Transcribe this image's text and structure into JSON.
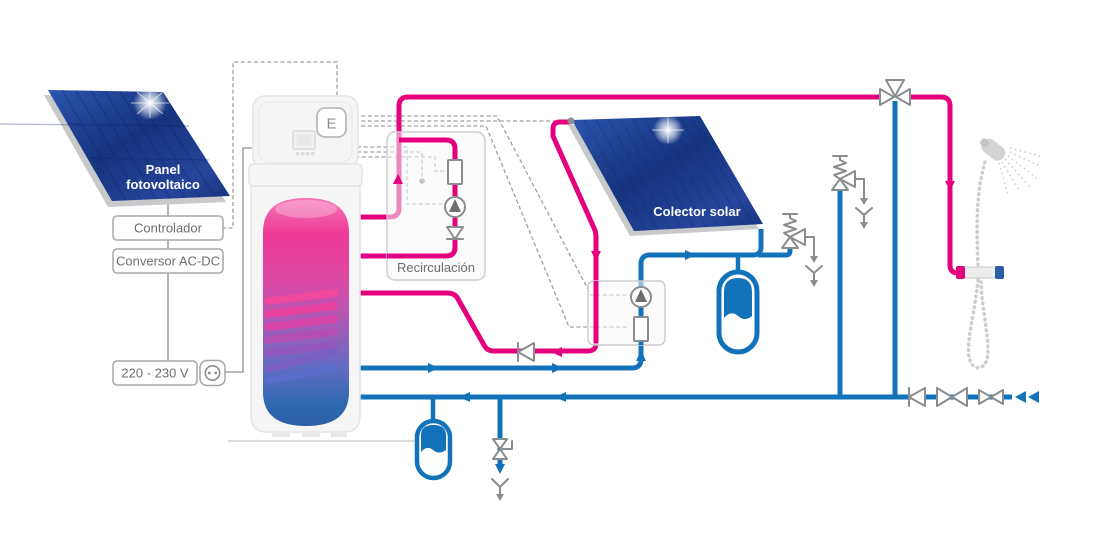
{
  "labels": {
    "pv_panel_line1": "Panel",
    "pv_panel_line2": "fotovoltaico",
    "controller": "Controlador",
    "converter": "Conversor AC-DC",
    "voltage": "220 - 230 V",
    "recirculation": "Recirculación",
    "solar_collector": "Colector solar",
    "electric_element": "E"
  },
  "colors": {
    "hot_pipe": "#e5007d",
    "cold_pipe": "#1272ba",
    "symbol_gray": "#8a8d8f",
    "wire_gray": "#9ea0a3",
    "text_gray": "#6d6e71",
    "pv_panel_dark": "#16337e",
    "pv_panel_light": "#3a67c6"
  }
}
